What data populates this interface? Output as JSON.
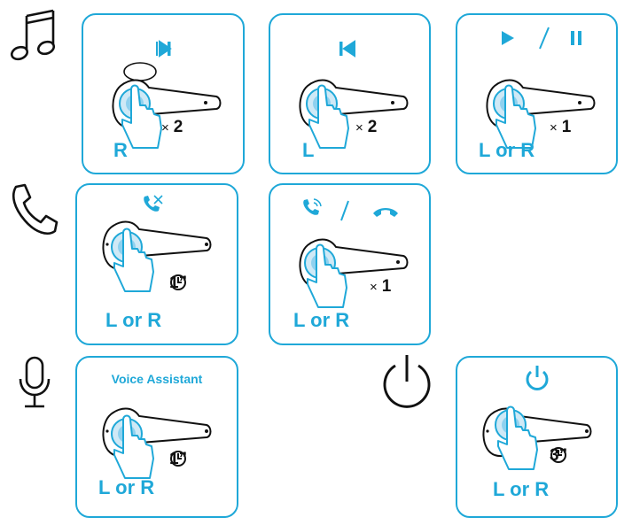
{
  "rows": {
    "music": {
      "icon": "music-note-icon",
      "cards": [
        {
          "icon": "next-track-icon",
          "side": "R",
          "count": "2"
        },
        {
          "icon": "previous-track-icon",
          "side": "L",
          "count": "2"
        },
        {
          "icon": "play-pause-icon",
          "divider": "/",
          "side": "L or R",
          "count": "1"
        }
      ]
    },
    "call": {
      "icon": "phone-icon",
      "cards": [
        {
          "icon": "reject-call-icon",
          "side": "L or R",
          "duration": "1”"
        },
        {
          "icon": "answer-end-call-icon",
          "divider": "/",
          "side": "L or R",
          "count": "1"
        }
      ]
    },
    "voice": {
      "icon": "microphone-icon",
      "card": {
        "title": "Voice Assistant",
        "side": "L or R",
        "duration": "1”"
      }
    },
    "power": {
      "icon": "power-icon",
      "card": {
        "icon": "power-icon",
        "side": "L or R",
        "duration": "3”"
      }
    }
  },
  "times_symbol": "×",
  "colors": {
    "accent": "#1fa8d8",
    "text": "#111111"
  }
}
